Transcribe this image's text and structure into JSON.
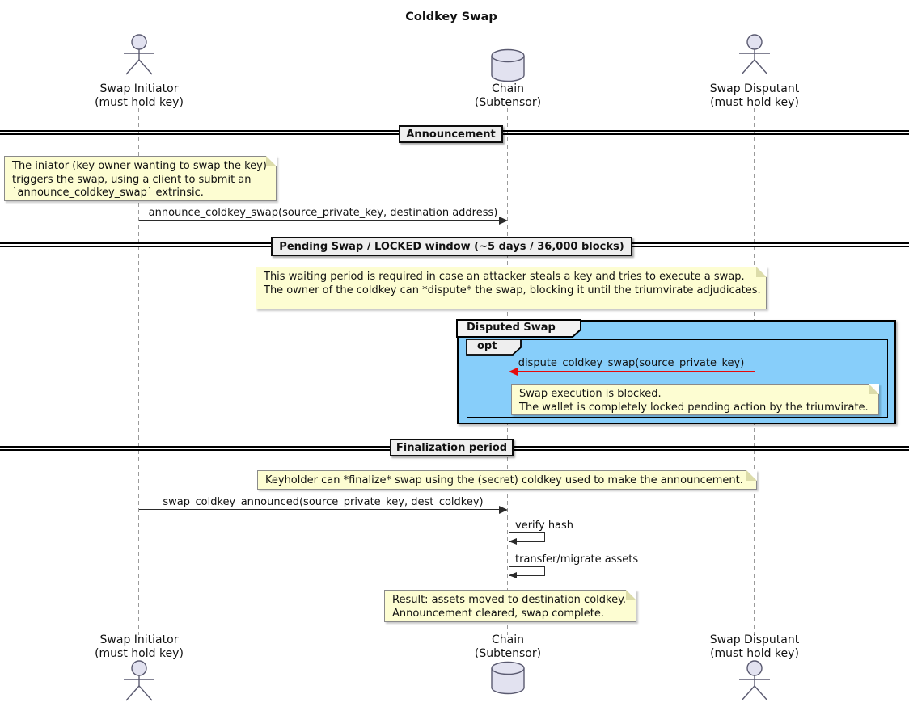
{
  "title": "Coldkey Swap",
  "participants": {
    "initiator": {
      "name": "Swap Initiator",
      "qualifier": "(must hold key)",
      "icon": "actor-icon"
    },
    "chain": {
      "name": "Chain",
      "qualifier": "(Subtensor)",
      "icon": "database-icon"
    },
    "disputant": {
      "name": "Swap Disputant",
      "qualifier": "(must hold key)",
      "icon": "actor-icon"
    }
  },
  "dividers": {
    "announcement": "Announcement",
    "pending_swap": "Pending Swap / LOCKED window (~5 days / 36,000 blocks)",
    "finalization": "Finalization period"
  },
  "group": {
    "title": "Disputed Swap",
    "operator": "opt"
  },
  "messages": {
    "announce": "announce_coldkey_swap(source_private_key, destination address)",
    "dispute": "dispute_coldkey_swap(source_private_key)",
    "finalize": "swap_coldkey_announced(source_private_key, dest_coldkey)",
    "verify_hash": "verify hash",
    "transfer": "transfer/migrate assets"
  },
  "notes": {
    "initiate": {
      "lines": [
        "The iniator (key owner wanting to swap the key)",
        "triggers the swap, using a client to submit an",
        "`announce_coldkey_swap` extrinsic."
      ]
    },
    "waiting": {
      "lines": [
        "This waiting period is required in case an attacker steals a key and tries to execute a swap.",
        "The owner of the coldkey can *dispute* the swap, blocking it until the triumvirate adjudicates."
      ]
    },
    "blocked": {
      "lines": [
        "Swap execution is blocked.",
        "The wallet is completely locked pending action by the triumvirate."
      ]
    },
    "finalize": {
      "lines": [
        "Keyholder can *finalize* swap using the (secret) coldkey used to make the announcement."
      ]
    },
    "result": {
      "lines": [
        "Result: assets moved to destination coldkey.",
        "Announcement cleared, swap complete."
      ]
    }
  },
  "colors": {
    "note_bg": "#FDFDD2",
    "note_border": "#8A8A8A",
    "group_bg": "#87CEFA",
    "divider_bg": "#EEEEEE",
    "dispute_arrow": "#E60A0A",
    "message_arrow": "#2B2B2B",
    "participant_fill": "#E2E2F0",
    "lifeline": "#9A9A9A"
  }
}
